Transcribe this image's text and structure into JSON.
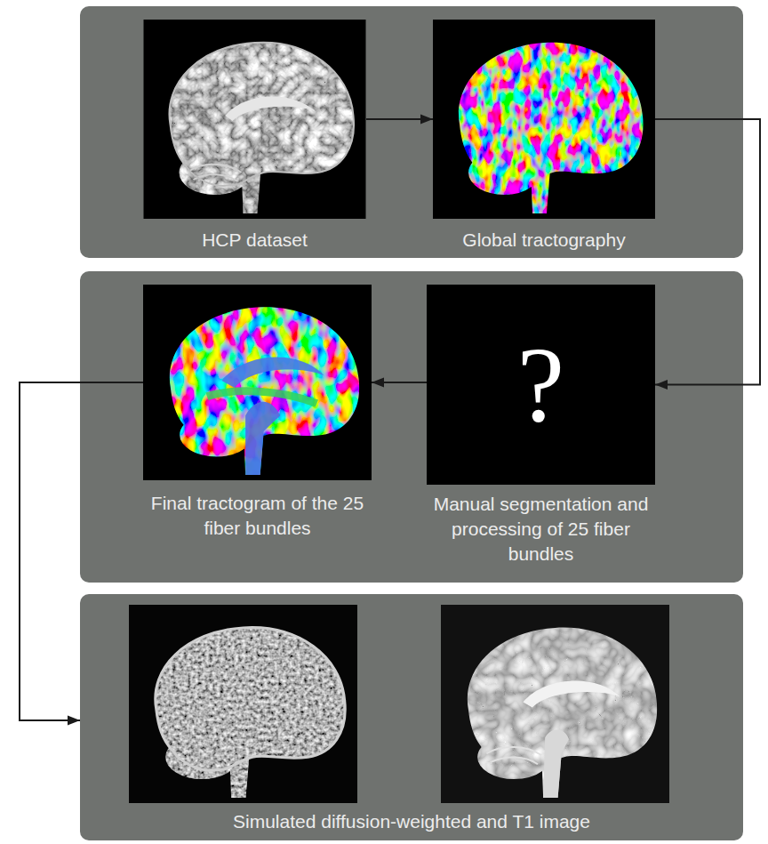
{
  "diagram": {
    "nodes": [
      {
        "text": [
          "HCP dataset"
        ]
      },
      {
        "text": [
          "Global tractography"
        ]
      },
      {
        "text": [
          "Final tractogram of the 25 fiber bundles"
        ]
      },
      {
        "text": [
          "?",
          "Manual segmentation and processing of 25 fiber bundles"
        ]
      },
      {
        "text": [
          "Simulated diffusion-weighted and T1 image"
        ]
      }
    ],
    "edges": [
      {
        "from": 0,
        "to": 1,
        "arrow": "to"
      },
      {
        "from": 1,
        "to": 3,
        "arrow": "to"
      },
      {
        "from": 3,
        "to": 2,
        "arrow": "to"
      },
      {
        "from": 2,
        "to": 4,
        "arrow": "to"
      }
    ]
  }
}
